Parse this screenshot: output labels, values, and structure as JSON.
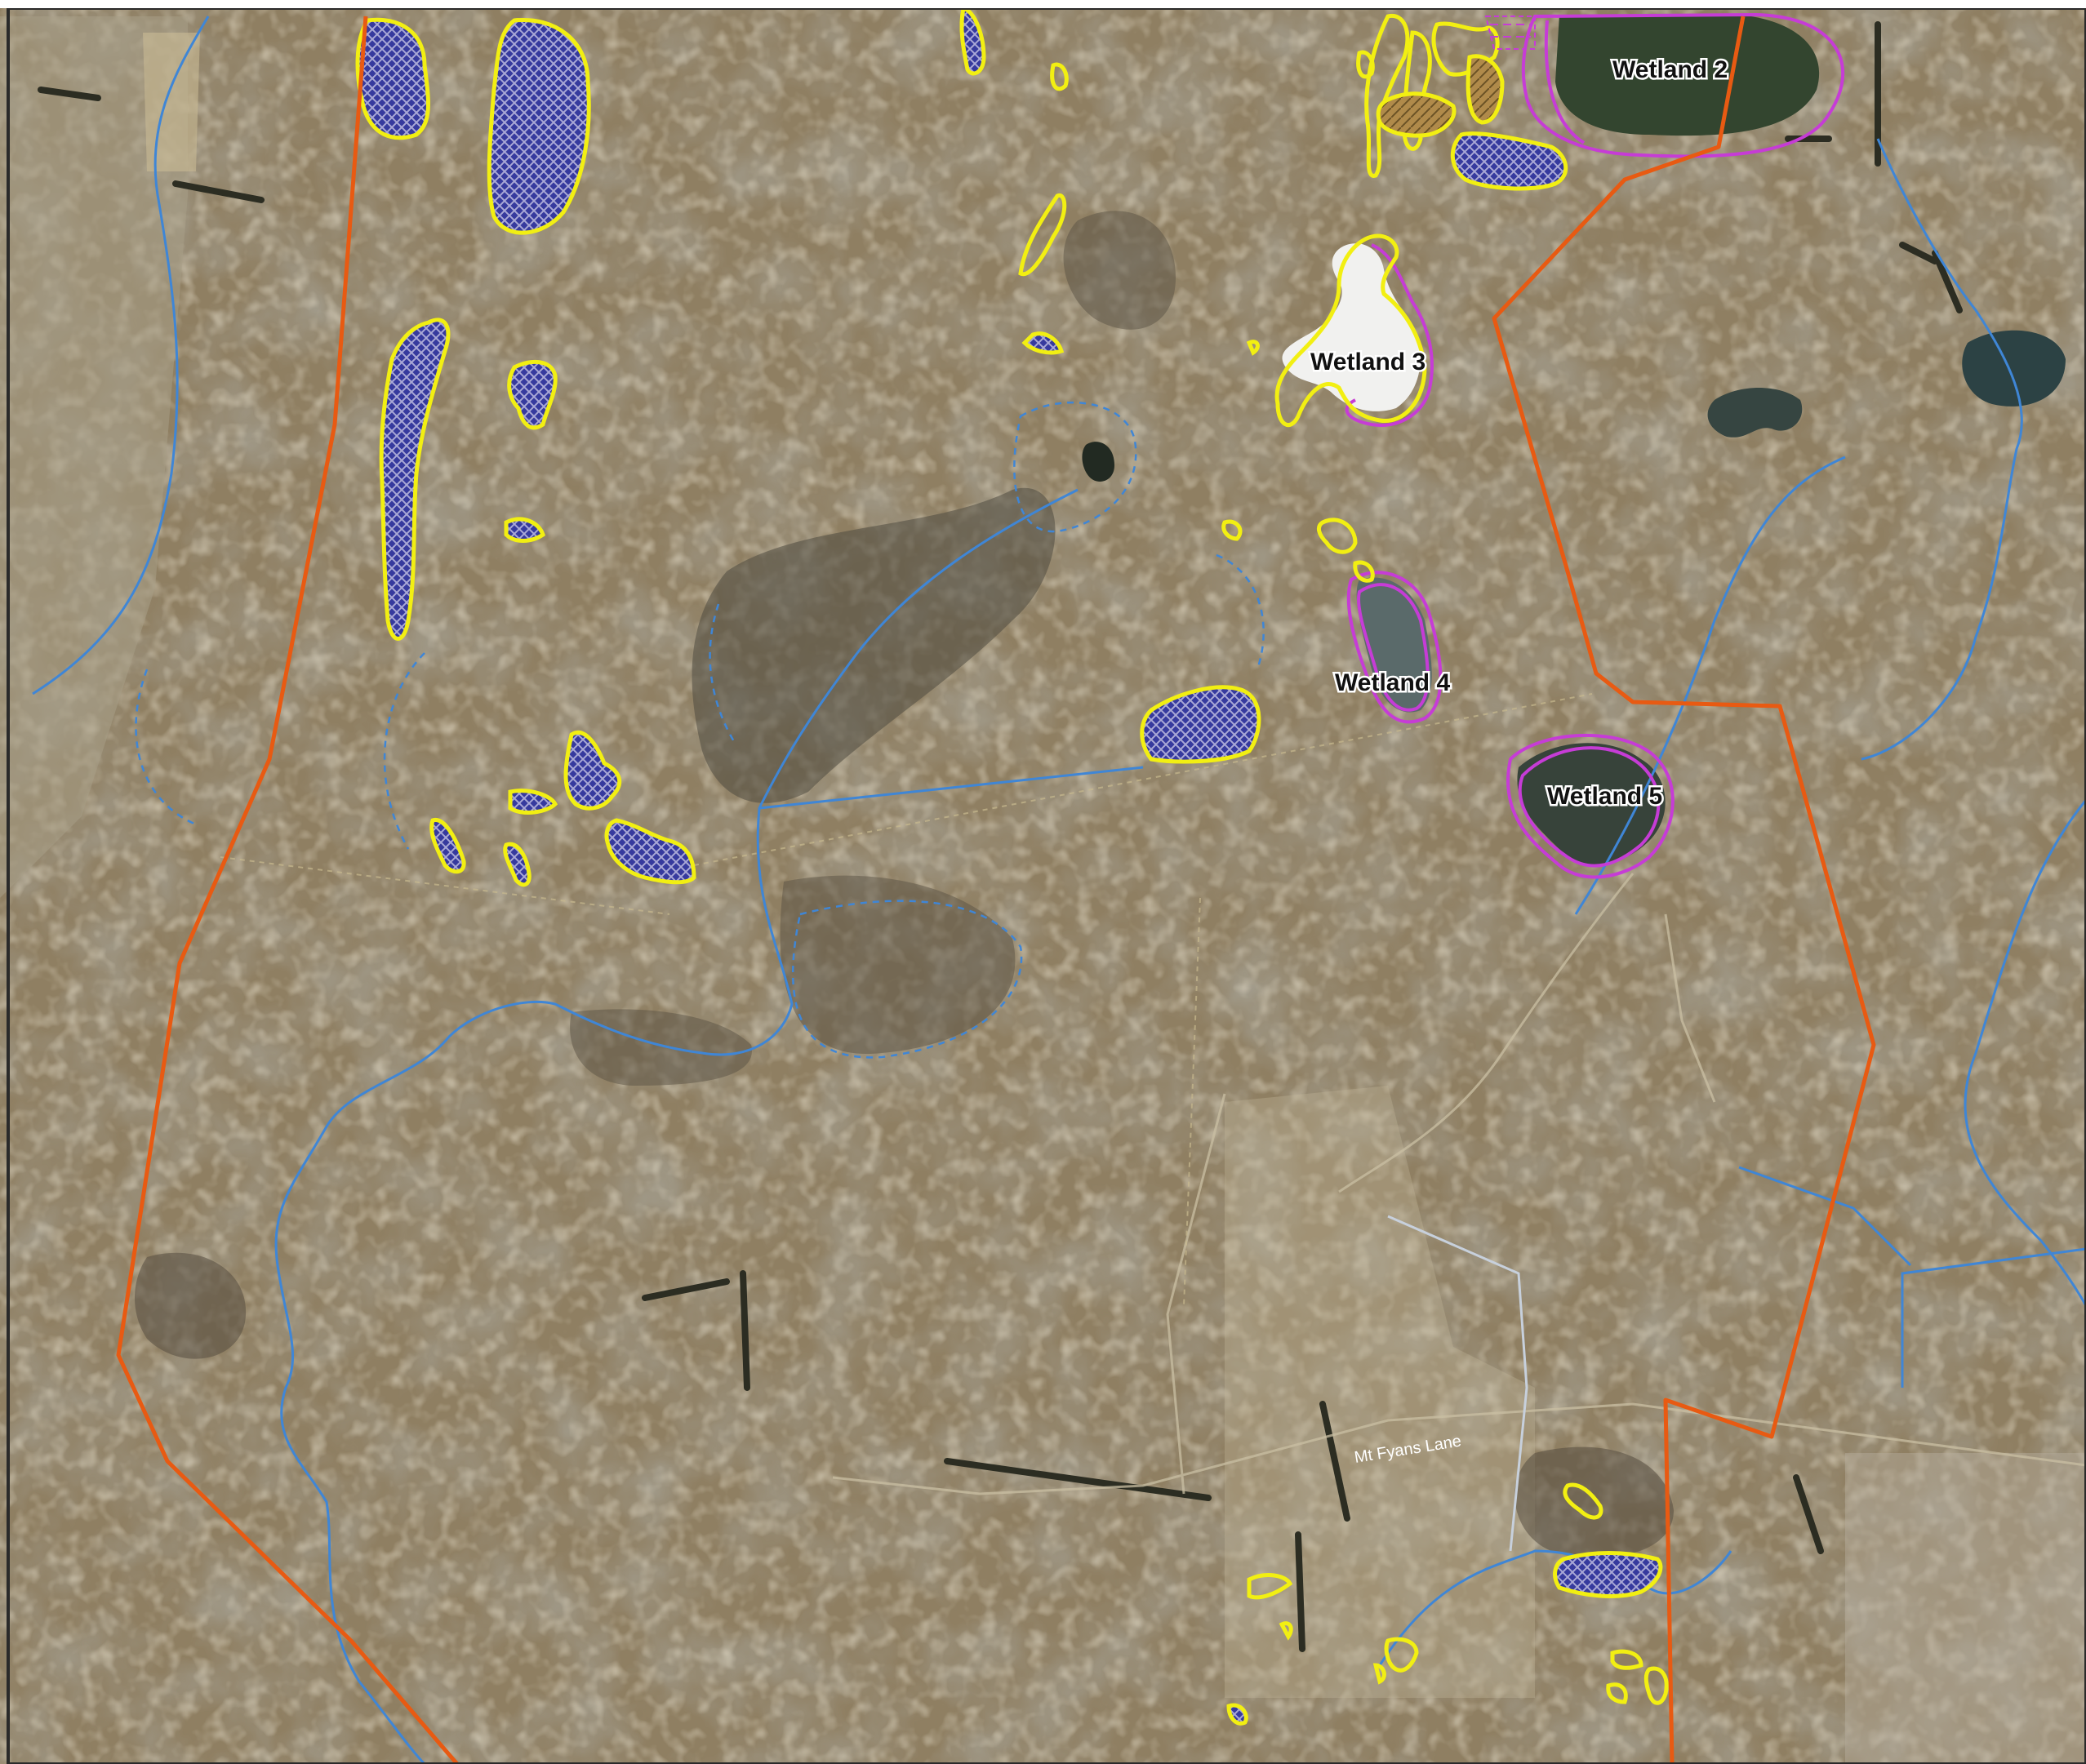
{
  "map": {
    "labels": {
      "wetland_2": "Wetland 2",
      "wetland_3": "Wetland 3",
      "wetland_4": "Wetland 4",
      "wetland_5": "Wetland 5",
      "road": "Mt Fyans Lane"
    },
    "colors": {
      "terrain_base": "#8f7f62",
      "terrain_dark": "#5e5646",
      "terrain_light": "#b9a988",
      "paddock_green": "#7f8064",
      "boundary": "#e85a12",
      "waterway": "#3f86d6",
      "wetland_outline": "#c63cd6",
      "vegetation_outline": "#f2ef12",
      "vegetation_hatch": "#363a9e",
      "open_water": "#3a4a36",
      "salt_pan": "#f1f1ef"
    },
    "icons": {
      "hatch": "crosshatch-pattern",
      "boundary": "study-area-boundary-line",
      "waterway": "waterway-line"
    }
  }
}
